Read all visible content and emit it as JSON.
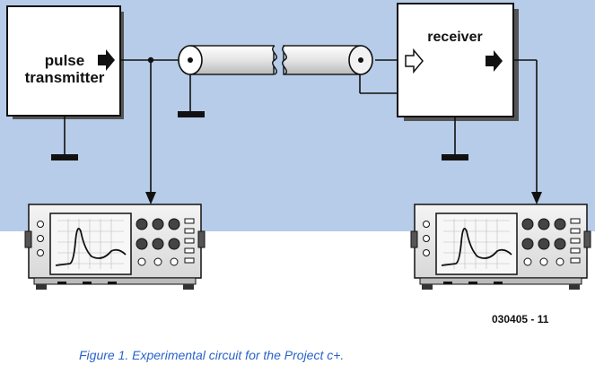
{
  "transmitter": {
    "line1": "pulse",
    "line2": "transmitter"
  },
  "receiver": {
    "label": "receiver"
  },
  "figure_number": "030405 - 11",
  "caption": "Figure 1. Experimental circuit for the Project c+.",
  "colors": {
    "background_band": "#b7cce8",
    "box_fill": "#ffffff",
    "wire": "#111111",
    "caption": "#2a63c9",
    "scope_body": "#ededed",
    "scope_screen": "#f7f7f7"
  },
  "icons": [
    "output-arrow-icon",
    "input-arrow-icon",
    "ground-icon",
    "coax-cable-icon",
    "oscilloscope-icon"
  ]
}
